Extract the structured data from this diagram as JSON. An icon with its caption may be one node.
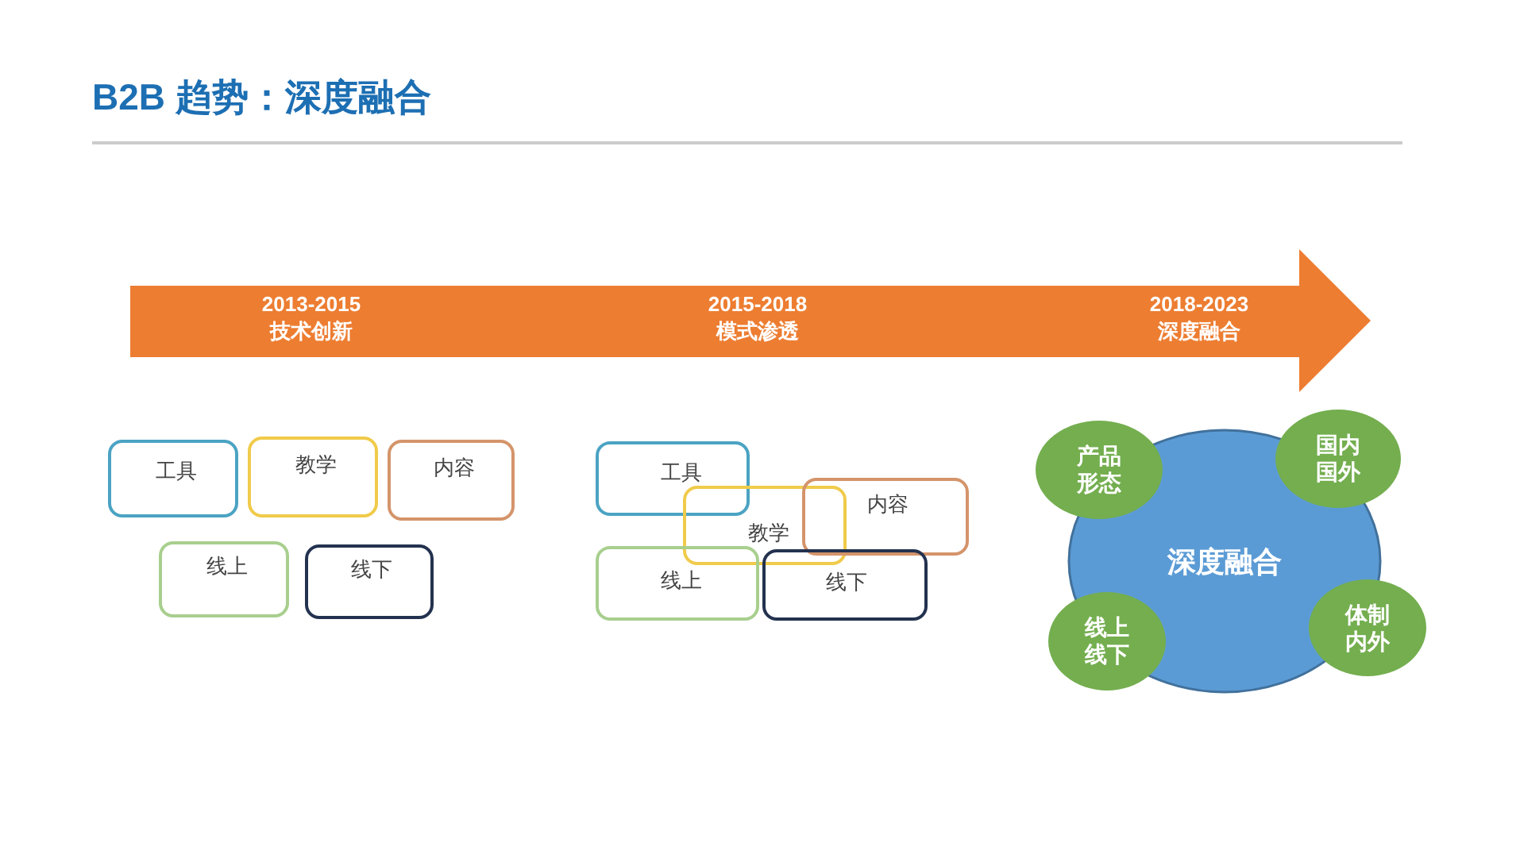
{
  "diagram": {
    "title": "B2B 趋势：深度融合",
    "nodes": [
      {
        "text": [
          "2013-2015 技术创新",
          "2015-2018 模式渗透",
          "2018-2023 深度融合"
        ]
      },
      {
        "text": [
          "工具"
        ]
      },
      {
        "text": [
          "教学"
        ]
      },
      {
        "text": [
          "内容"
        ]
      },
      {
        "text": [
          "线上"
        ]
      },
      {
        "text": [
          "线下"
        ]
      },
      {
        "text": [
          "工具"
        ]
      },
      {
        "text": [
          "教学"
        ]
      },
      {
        "text": [
          "内容"
        ]
      },
      {
        "text": [
          "线上"
        ]
      },
      {
        "text": [
          "线下"
        ]
      },
      {
        "text": [
          "深度融合"
        ]
      },
      {
        "text": [
          "产品形态"
        ]
      },
      {
        "text": [
          "国内国外"
        ]
      },
      {
        "text": [
          "线上线下"
        ]
      },
      {
        "text": [
          "体制内外"
        ]
      }
    ]
  }
}
